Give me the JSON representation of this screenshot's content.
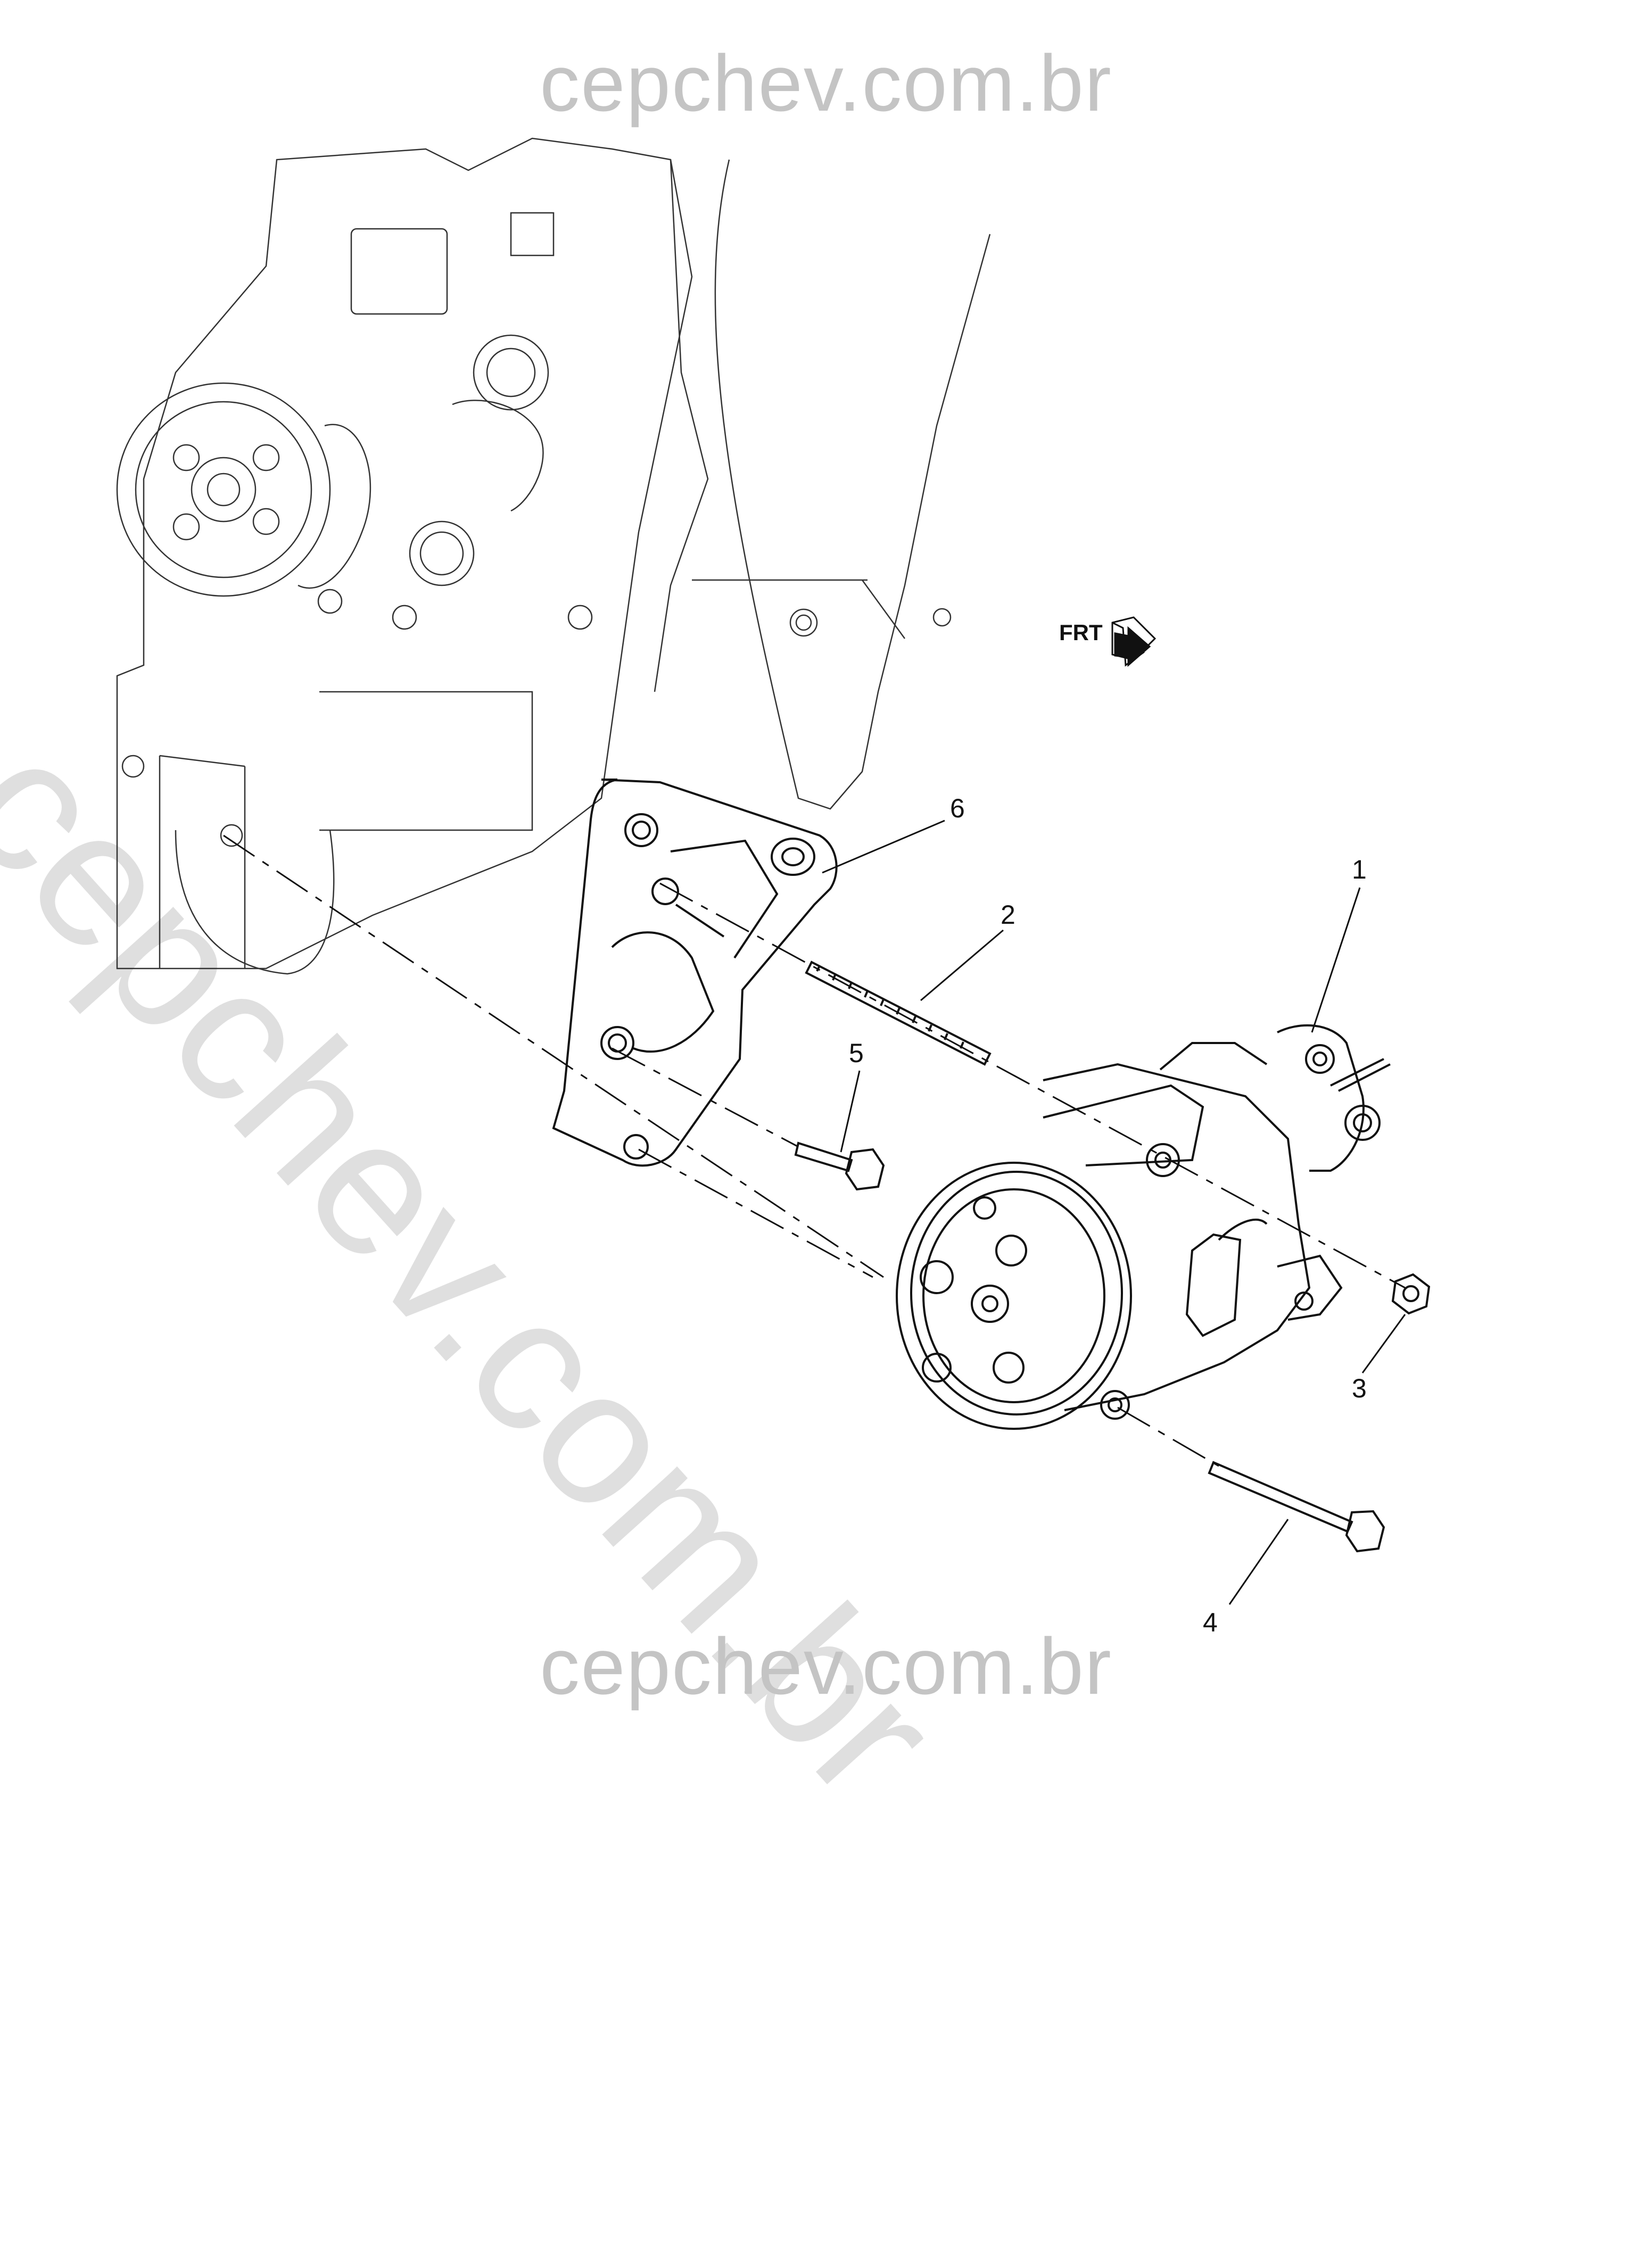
{
  "watermark": {
    "top": "cepchev.com.br",
    "bottom": "cepchev.com.br",
    "diagonal": "cepchev.com.br"
  },
  "front_indicator": {
    "label": "FRT"
  },
  "callouts": [
    {
      "id": "1",
      "label": "1"
    },
    {
      "id": "2",
      "label": "2"
    },
    {
      "id": "3",
      "label": "3"
    },
    {
      "id": "4",
      "label": "4"
    },
    {
      "id": "5",
      "label": "5"
    },
    {
      "id": "6",
      "label": "6"
    }
  ],
  "colors": {
    "line": "#111111",
    "watermark": "#c4c4c4",
    "arrow": "#111111"
  }
}
